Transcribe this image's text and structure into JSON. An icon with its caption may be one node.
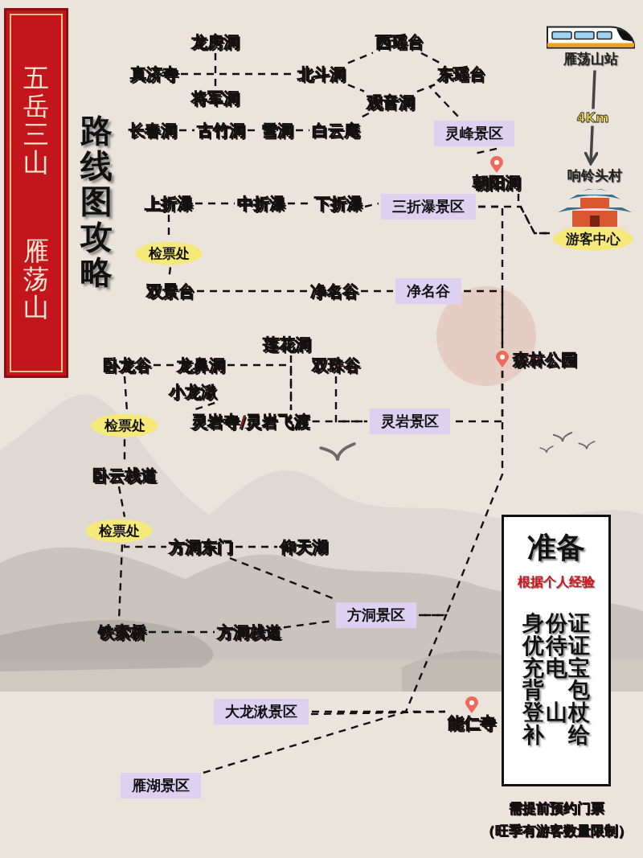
{
  "diagram": {
    "title": "路线图攻略",
    "nodes": [
      {
        "text": [
          "龙房洞"
        ]
      },
      {
        "text": [
          "真济寺"
        ]
      },
      {
        "text": [
          "将军洞"
        ]
      },
      {
        "text": [
          "北斗洞"
        ]
      },
      {
        "text": [
          "西瑶台"
        ]
      },
      {
        "text": [
          "东瑶台"
        ]
      },
      {
        "text": [
          "观音洞"
        ]
      },
      {
        "text": [
          "长春洞"
        ]
      },
      {
        "text": [
          "古竹洞"
        ]
      },
      {
        "text": [
          "雪洞"
        ]
      },
      {
        "text": [
          "白云庵"
        ]
      },
      {
        "text": [
          "灵峰景区"
        ]
      },
      {
        "text": [
          "朝阳洞"
        ]
      },
      {
        "text": [
          "上折瀑"
        ]
      },
      {
        "text": [
          "中折瀑"
        ]
      },
      {
        "text": [
          "下折瀑"
        ]
      },
      {
        "text": [
          "三折瀑景区"
        ]
      },
      {
        "text": [
          "检票处"
        ]
      },
      {
        "text": [
          "双景台"
        ]
      },
      {
        "text": [
          "净名谷"
        ]
      },
      {
        "text": [
          "净名谷"
        ]
      },
      {
        "text": [
          "森林公园"
        ]
      },
      {
        "text": [
          "莲花洞"
        ]
      },
      {
        "text": [
          "卧龙谷"
        ]
      },
      {
        "text": [
          "龙鼻洞"
        ]
      },
      {
        "text": [
          "双珠谷"
        ]
      },
      {
        "text": [
          "小龙湫"
        ]
      },
      {
        "text": [
          "灵岩寺/灵岩飞渡"
        ]
      },
      {
        "text": [
          "灵岩景区"
        ]
      },
      {
        "text": [
          "检票处"
        ]
      },
      {
        "text": [
          "卧云栈道"
        ]
      },
      {
        "text": [
          "检票处"
        ]
      },
      {
        "text": [
          "方洞东门"
        ]
      },
      {
        "text": [
          "仰天湖"
        ]
      },
      {
        "text": [
          "方洞景区"
        ]
      },
      {
        "text": [
          "铁索桥"
        ]
      },
      {
        "text": [
          "方洞栈道"
        ]
      },
      {
        "text": [
          "大龙湫景区"
        ]
      },
      {
        "text": [
          "能仁寺"
        ]
      },
      {
        "text": [
          "雁湖景区"
        ]
      },
      {
        "text": [
          "雁荡山站"
        ]
      },
      {
        "text": [
          "响铃头村"
        ]
      },
      {
        "text": [
          "游客中心"
        ]
      },
      {
        "text": [
          "准备",
          "根据个人经验",
          "身份证",
          "优待证",
          "充电宝",
          "背 包",
          "登山杖",
          "补 给"
        ]
      },
      {
        "text": [
          "五岳三山",
          "雁荡山"
        ]
      }
    ],
    "edges": [
      {
        "from": 1,
        "to": 3,
        "arrow": "none",
        "style": "dashed"
      },
      {
        "from": 0,
        "to": 2,
        "arrow": "none",
        "style": "dashed"
      },
      {
        "from": 3,
        "to": 4,
        "arrow": "none",
        "style": "dashed"
      },
      {
        "from": 4,
        "to": 5,
        "arrow": "none",
        "style": "dashed"
      },
      {
        "from": 3,
        "to": 6,
        "arrow": "none",
        "style": "dashed"
      },
      {
        "from": 6,
        "to": 5,
        "arrow": "none",
        "style": "dashed"
      },
      {
        "from": 6,
        "to": 10,
        "arrow": "none",
        "style": "dashed"
      },
      {
        "from": 7,
        "to": 8,
        "arrow": "none",
        "style": "dashed"
      },
      {
        "from": 8,
        "to": 9,
        "arrow": "none",
        "style": "dashed"
      },
      {
        "from": 9,
        "to": 10,
        "arrow": "none",
        "style": "dashed"
      },
      {
        "from": 5,
        "to": 11,
        "arrow": "none",
        "style": "dashed"
      },
      {
        "from": 11,
        "to": 12,
        "arrow": "none",
        "style": "dashed"
      },
      {
        "from": 12,
        "to": 42,
        "arrow": "none",
        "style": "dashed"
      },
      {
        "from": 13,
        "to": 14,
        "arrow": "none",
        "style": "dashed"
      },
      {
        "from": 14,
        "to": 15,
        "arrow": "none",
        "style": "dashed"
      },
      {
        "from": 15,
        "to": 16,
        "arrow": "none",
        "style": "dashed"
      },
      {
        "from": 16,
        "to": 21,
        "arrow": "none",
        "style": "dashed"
      },
      {
        "from": 13,
        "to": 17,
        "arrow": "none",
        "style": "dashed"
      },
      {
        "from": 17,
        "to": 18,
        "arrow": "none",
        "style": "dashed"
      },
      {
        "from": 18,
        "to": 19,
        "arrow": "none",
        "style": "dashed"
      },
      {
        "from": 19,
        "to": 20,
        "arrow": "none",
        "style": "dashed"
      },
      {
        "from": 20,
        "to": 21,
        "arrow": "none",
        "style": "dashed"
      },
      {
        "from": 21,
        "to": 28,
        "arrow": "none",
        "style": "dashed"
      },
      {
        "from": 21,
        "to": 34,
        "arrow": "none",
        "style": "dashed"
      },
      {
        "from": 23,
        "to": 24,
        "arrow": "none",
        "style": "dashed"
      },
      {
        "from": 24,
        "to": 27,
        "arrow": "none",
        "style": "dashed"
      },
      {
        "from": 22,
        "to": 27,
        "arrow": "none",
        "style": "dashed"
      },
      {
        "from": 26,
        "to": 27,
        "arrow": "none",
        "style": "dashed"
      },
      {
        "from": 27,
        "to": 28,
        "arrow": "none",
        "style": "dashed"
      },
      {
        "from": 25,
        "to": 28,
        "arrow": "none",
        "style": "dashed"
      },
      {
        "from": 23,
        "to": 29,
        "arrow": "none",
        "style": "dashed"
      },
      {
        "from": 29,
        "to": 30,
        "arrow": "none",
        "style": "dashed"
      },
      {
        "from": 30,
        "to": 31,
        "arrow": "none",
        "style": "dashed"
      },
      {
        "from": 31,
        "to": 35,
        "arrow": "none",
        "style": "dashed"
      },
      {
        "from": 31,
        "to": 32,
        "arrow": "none",
        "style": "dashed"
      },
      {
        "from": 32,
        "to": 33,
        "arrow": "none",
        "style": "dashed"
      },
      {
        "from": 32,
        "to": 34,
        "arrow": "none",
        "style": "dashed"
      },
      {
        "from": 35,
        "to": 36,
        "arrow": "none",
        "style": "dashed"
      },
      {
        "from": 36,
        "to": 34,
        "arrow": "none",
        "style": "dashed"
      },
      {
        "from": 34,
        "to": 37,
        "arrow": "none",
        "style": "dashed"
      },
      {
        "from": 37,
        "to": 38,
        "arrow": "none",
        "style": "dashed"
      },
      {
        "from": 39,
        "to": 38,
        "arrow": "none",
        "style": "dashed"
      },
      {
        "from": 40,
        "to": 41,
        "arrow": "to",
        "label": "4Km",
        "color": "#444444"
      },
      {
        "from": 16,
        "to": 42,
        "arrow": "none",
        "style": "dashed"
      }
    ],
    "labels": [
      "需提前预约门票",
      "（旺季有游客数量限制）"
    ]
  }
}
